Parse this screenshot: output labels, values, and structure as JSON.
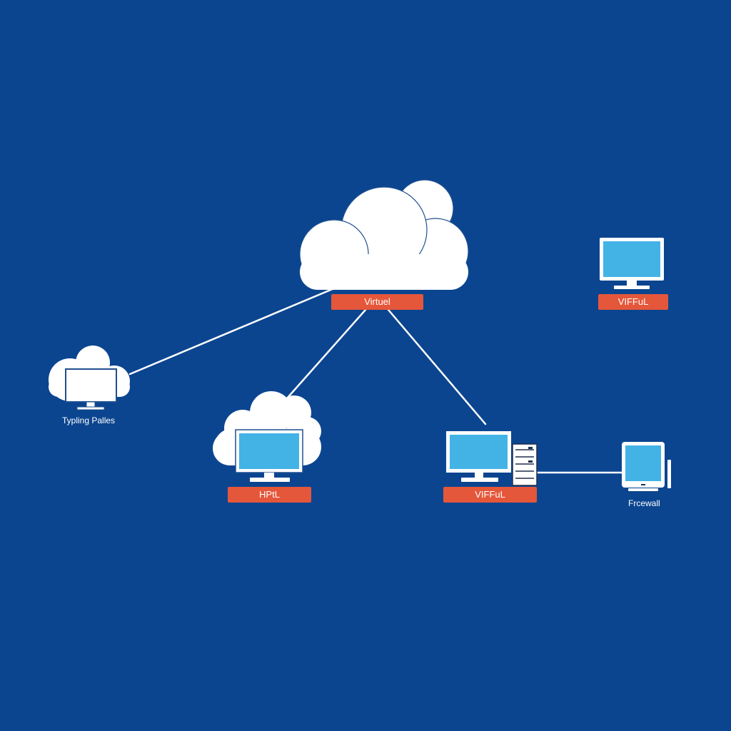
{
  "colors": {
    "background": "#0b4590",
    "tag": "#e5573a",
    "screen": "#43b3e6",
    "outline": "#ffffff"
  },
  "nodes": {
    "cloud_main": {
      "icon": "cloud-icon",
      "label": "Virtuel"
    },
    "top_right": {
      "icon": "monitor-icon",
      "label": "VIFFuL"
    },
    "left": {
      "icon": "cloud-monitor-icon",
      "caption": "Typling Palles"
    },
    "middle": {
      "icon": "cloud-monitor-icon",
      "label": "HPtL"
    },
    "right_workstation": {
      "icon": "monitor-server-icon",
      "label": "VIFFuL"
    },
    "firewall": {
      "icon": "tablet-icon",
      "caption": "Frcewall"
    }
  }
}
